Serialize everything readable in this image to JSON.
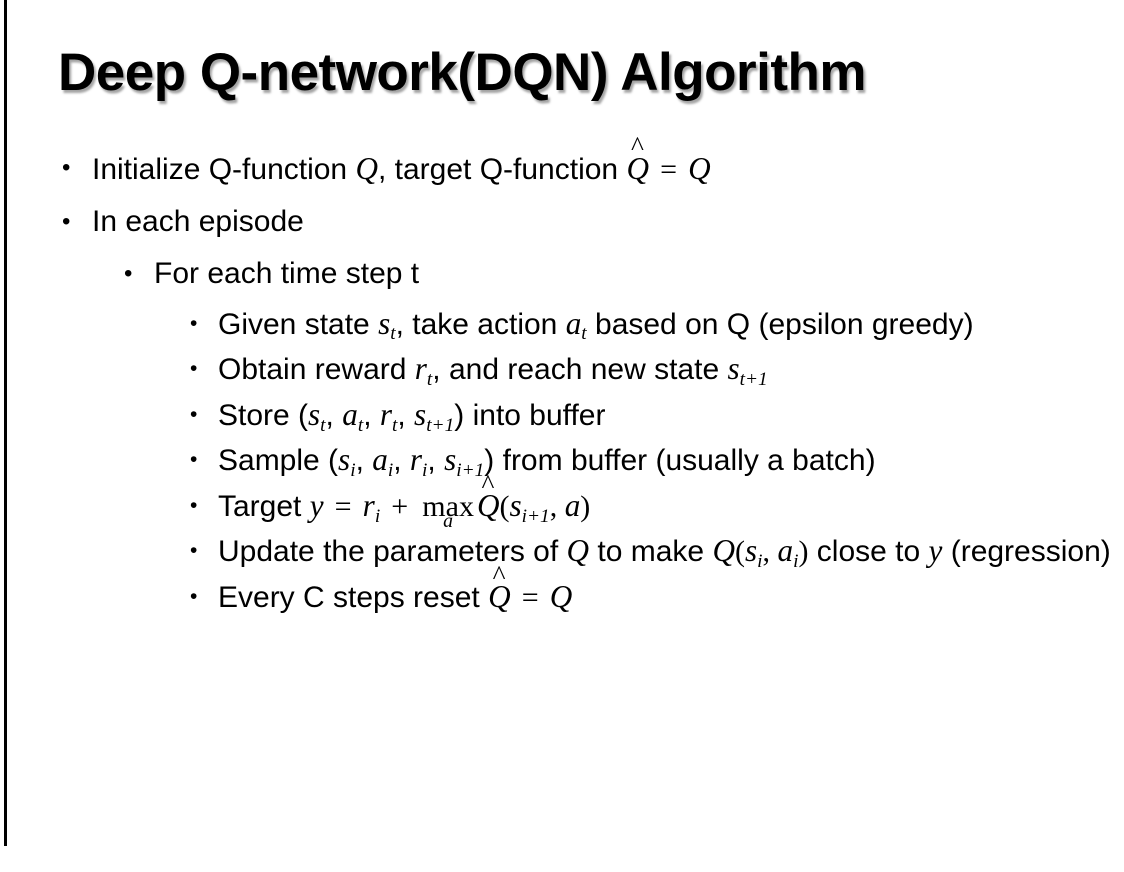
{
  "slide": {
    "title": "Deep Q-network(DQN) Algorithm",
    "bullet_glyph": "•",
    "background_color": "#ffffff",
    "text_color": "#000000",
    "rule_color": "#000000"
  },
  "content": {
    "items": [
      {
        "level": 1,
        "plain_text": "Initialize Q-function Q, target Q-function Q̂ = Q",
        "segments": [
          {
            "kind": "text",
            "text": "Initialize Q-function "
          },
          {
            "kind": "math",
            "text": "Q"
          },
          {
            "kind": "text",
            "text": ", target Q-function "
          },
          {
            "kind": "math-hat",
            "text": "Q",
            "accent": "̂"
          },
          {
            "kind": "op",
            "text": "="
          },
          {
            "kind": "math",
            "text": "Q"
          }
        ]
      },
      {
        "level": 1,
        "plain_text": "In each episode",
        "segments": [
          {
            "kind": "text",
            "text": "In each episode"
          }
        ]
      },
      {
        "level": 2,
        "plain_text": "For each time step t",
        "segments": [
          {
            "kind": "text",
            "text": "For each time step t"
          }
        ]
      },
      {
        "level": 3,
        "plain_text": "Given state s_t, take action a_t based on Q (epsilon greedy)",
        "segments": [
          {
            "kind": "text",
            "text": "Given state "
          },
          {
            "kind": "math-sub",
            "text": "s",
            "sub": "t"
          },
          {
            "kind": "text",
            "text": ", take action "
          },
          {
            "kind": "math-sub",
            "text": "a",
            "sub": "t"
          },
          {
            "kind": "text",
            "text": " based on Q (epsilon greedy)"
          }
        ]
      },
      {
        "level": 3,
        "plain_text": "Obtain reward r_t, and reach new state s_t+1",
        "segments": [
          {
            "kind": "text",
            "text": "Obtain reward "
          },
          {
            "kind": "math-sub",
            "text": "r",
            "sub": "t"
          },
          {
            "kind": "text",
            "text": ", and reach new state "
          },
          {
            "kind": "math-sub",
            "text": "s",
            "sub": "t+1"
          }
        ]
      },
      {
        "level": 3,
        "plain_text": "Store (s_t, a_t, r_t, s_t+1) into buffer",
        "segments": [
          {
            "kind": "text",
            "text": "Store ("
          },
          {
            "kind": "math-sub",
            "text": "s",
            "sub": "t"
          },
          {
            "kind": "text",
            "text": ", "
          },
          {
            "kind": "math-sub",
            "text": "a",
            "sub": "t"
          },
          {
            "kind": "text",
            "text": ", "
          },
          {
            "kind": "math-sub",
            "text": "r",
            "sub": "t"
          },
          {
            "kind": "text",
            "text": ", "
          },
          {
            "kind": "math-sub",
            "text": "s",
            "sub": "t+1"
          },
          {
            "kind": "text",
            "text": ") into buffer"
          }
        ]
      },
      {
        "level": 3,
        "plain_text": "Sample (s_i, a_i, r_i, s_i+1) from buffer (usually a batch)",
        "segments": [
          {
            "kind": "text",
            "text": "Sample ("
          },
          {
            "kind": "math-sub",
            "text": "s",
            "sub": "i"
          },
          {
            "kind": "text",
            "text": ", "
          },
          {
            "kind": "math-sub",
            "text": "a",
            "sub": "i"
          },
          {
            "kind": "text",
            "text": ", "
          },
          {
            "kind": "math-sub",
            "text": "r",
            "sub": "i"
          },
          {
            "kind": "text",
            "text": ", "
          },
          {
            "kind": "math-sub",
            "text": "s",
            "sub": "i+1"
          },
          {
            "kind": "text",
            "text": ") from buffer (usually a batch)"
          }
        ]
      },
      {
        "level": 3,
        "plain_text": "Target y = r_i + max_a Q̂(s_i+1, a)",
        "segments": [
          {
            "kind": "text",
            "text": "Target "
          },
          {
            "kind": "math",
            "text": "y"
          },
          {
            "kind": "op",
            "text": "="
          },
          {
            "kind": "math-sub",
            "text": "r",
            "sub": "i"
          },
          {
            "kind": "op",
            "text": "+"
          },
          {
            "kind": "max",
            "text": "max",
            "sub": "a"
          },
          {
            "kind": "math-hat",
            "text": "Q",
            "accent": "̂"
          },
          {
            "kind": "mathroman",
            "text": "("
          },
          {
            "kind": "math-sub",
            "text": "s",
            "sub": "i+1"
          },
          {
            "kind": "mathroman",
            "text": ", "
          },
          {
            "kind": "math",
            "text": "a"
          },
          {
            "kind": "mathroman",
            "text": ")"
          }
        ]
      },
      {
        "level": 3,
        "plain_text": "Update the parameters of Q to make Q(s_i, a_i) close to y (regression)",
        "segments": [
          {
            "kind": "text",
            "text": "Update the parameters of "
          },
          {
            "kind": "math",
            "text": "Q"
          },
          {
            "kind": "text",
            "text": " to make "
          },
          {
            "kind": "math",
            "text": "Q"
          },
          {
            "kind": "mathroman",
            "text": "("
          },
          {
            "kind": "math-sub",
            "text": "s",
            "sub": "i"
          },
          {
            "kind": "mathroman",
            "text": ", "
          },
          {
            "kind": "math-sub",
            "text": "a",
            "sub": "i"
          },
          {
            "kind": "mathroman",
            "text": ")"
          },
          {
            "kind": "text",
            "text": " close to "
          },
          {
            "kind": "math",
            "text": "y"
          },
          {
            "kind": "text",
            "text": " (regression)"
          }
        ]
      },
      {
        "level": 3,
        "plain_text": "Every C steps reset Q̂ = Q",
        "segments": [
          {
            "kind": "text",
            "text": "Every C steps reset "
          },
          {
            "kind": "math-hat",
            "text": "Q",
            "accent": "̂"
          },
          {
            "kind": "op",
            "text": "="
          },
          {
            "kind": "math",
            "text": "Q"
          }
        ]
      }
    ]
  }
}
